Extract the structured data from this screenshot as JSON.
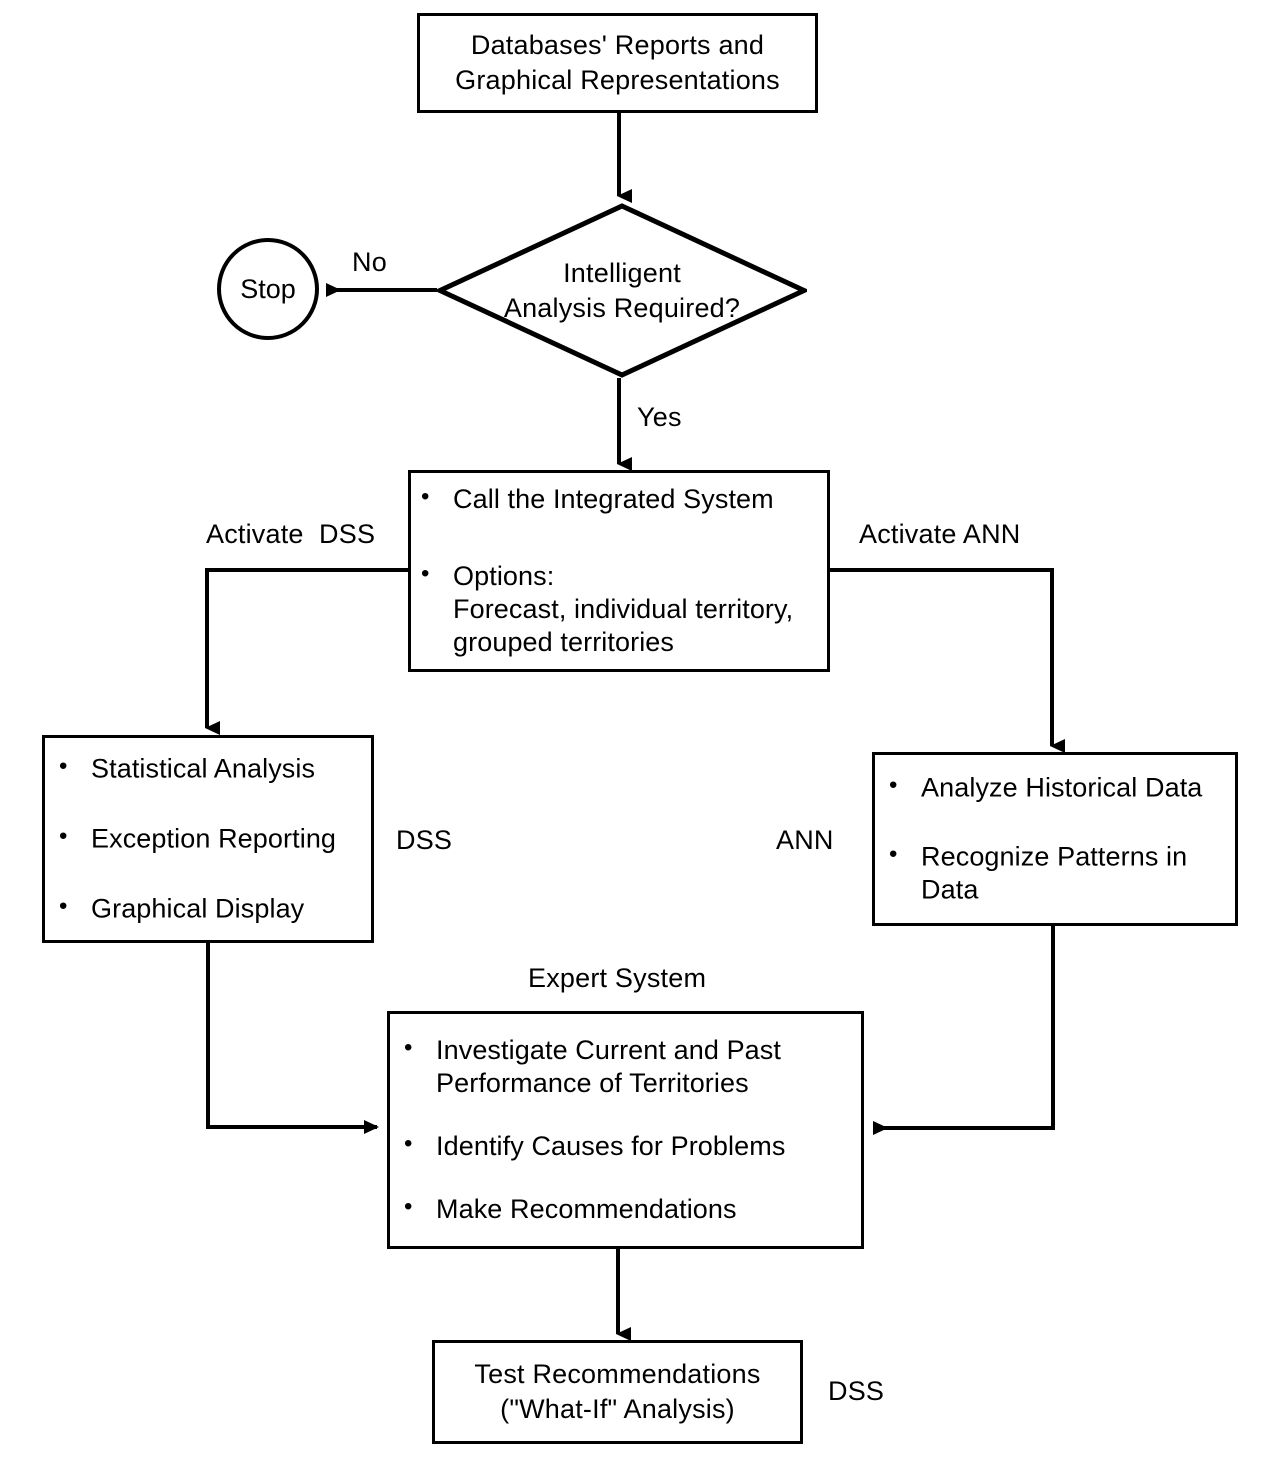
{
  "diagram": {
    "title": "Integrated DSS / ANN / Expert System Flowchart",
    "stroke_color": "#000000",
    "background_color": "#ffffff",
    "nodes": {
      "source": {
        "shape": "rectangle",
        "line1": "Databases' Reports and",
        "line2": "Graphical  Representations"
      },
      "decision": {
        "shape": "diamond",
        "line1": "Intelligent",
        "line2": "Analysis  Required?"
      },
      "stop": {
        "shape": "circle",
        "label": "Stop"
      },
      "integrated": {
        "shape": "rectangle",
        "bullets": [
          {
            "line1": "Call the Integrated System"
          },
          {
            "line1": "Options:",
            "line2": "Forecast, individual territory,",
            "line3": " grouped territories"
          }
        ]
      },
      "dss_box": {
        "shape": "rectangle",
        "bullets": [
          {
            "line1": "Statistical  Analysis"
          },
          {
            "line1": "Exception Reporting"
          },
          {
            "line1": "Graphical Display"
          }
        ],
        "side_label": "DSS"
      },
      "ann_box": {
        "shape": "rectangle",
        "bullets": [
          {
            "line1": "Analyze Historical Data"
          },
          {
            "line1": "Recognize Patterns in",
            "line2": "Data"
          }
        ],
        "side_label": "ANN"
      },
      "expert_box": {
        "shape": "rectangle",
        "caption": "Expert System",
        "bullets": [
          {
            "line1": "Investigate Current and Past",
            "line2": "Performance of Territories"
          },
          {
            "line1": "Identify Causes for Problems"
          },
          {
            "line1": "Make Recommendations"
          }
        ]
      },
      "test_box": {
        "shape": "rectangle",
        "line1": "Test  Recommendations",
        "line2": "(\"What-If\" Analysis)",
        "side_label": "DSS"
      }
    },
    "edge_labels": {
      "no": "No",
      "yes": "Yes",
      "activate_dss": "Activate  DSS",
      "activate_ann": "Activate ANN"
    }
  }
}
